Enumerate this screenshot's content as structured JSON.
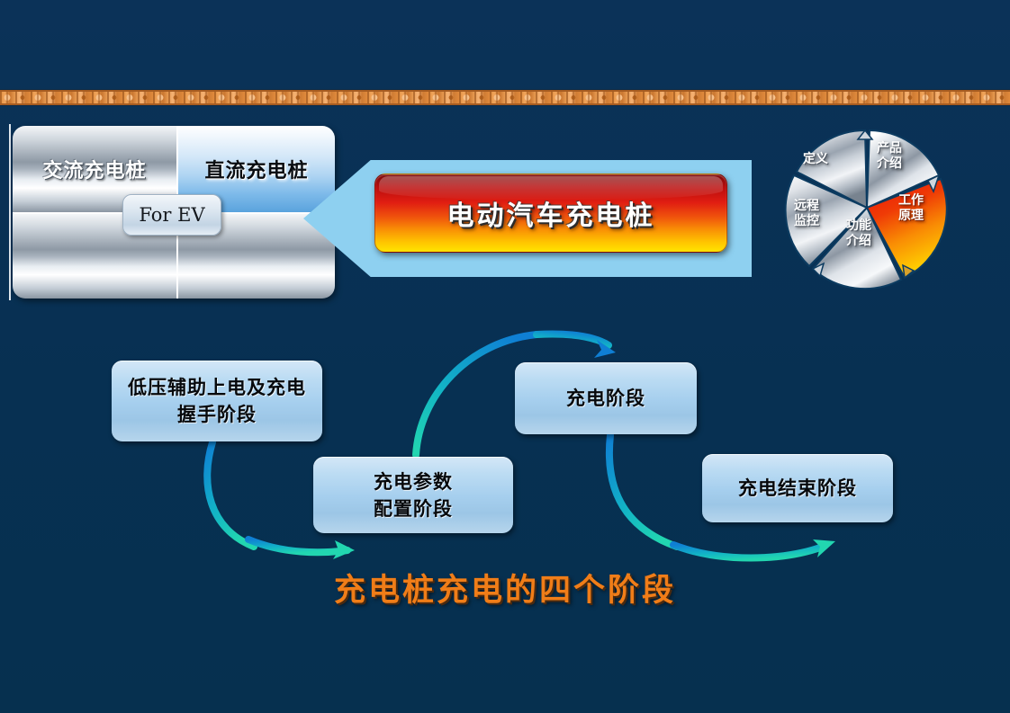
{
  "slide": {
    "background_color": "#0a3257",
    "accent_color": "#f07d18"
  },
  "decorative_band": {
    "name": "ornamental-border",
    "color": "#e08a3c"
  },
  "comparison_panel": {
    "cells": [
      {
        "label": "交流充电桩",
        "state": "normal"
      },
      {
        "label": "直流充电桩",
        "state": "highlighted"
      }
    ],
    "badge": "For EV"
  },
  "title_banner": {
    "text": "电动汽车充电桩",
    "plate_gradient_from": "#7a0909",
    "plate_gradient_to": "#ffe400",
    "arrow_color": "#8ed0f0"
  },
  "wheel": {
    "segments": [
      {
        "id": "define",
        "label": "定义",
        "highlighted": false
      },
      {
        "id": "product",
        "label": "产品\n介绍",
        "line1": "产品",
        "line2": "介绍",
        "highlighted": false
      },
      {
        "id": "principle",
        "label": "工作\n原理",
        "line1": "工作",
        "line2": "原理",
        "highlighted": true
      },
      {
        "id": "function",
        "label": "功能\n介绍",
        "line1": "功能",
        "line2": "介绍",
        "highlighted": false
      },
      {
        "id": "remote",
        "label": "远程\n监控",
        "line1": "远程",
        "line2": "监控",
        "highlighted": false
      }
    ],
    "highlight_gradient_from": "#e8140a",
    "highlight_gradient_to": "#ffd400"
  },
  "flow": {
    "boxes": [
      {
        "id": "stage-1",
        "line1": "低压辅助上电及充电",
        "line2": "握手阶段"
      },
      {
        "id": "stage-2",
        "line1": "充电参数",
        "line2": "配置阶段"
      },
      {
        "id": "stage-3",
        "line1": "充电阶段",
        "line2": ""
      },
      {
        "id": "stage-4",
        "line1": "充电结束阶段",
        "line2": ""
      }
    ],
    "arrow_gradient_from": "#0f7fd4",
    "arrow_gradient_to": "#22d6b0"
  },
  "caption": {
    "text": "充电桩充电的四个阶段"
  }
}
